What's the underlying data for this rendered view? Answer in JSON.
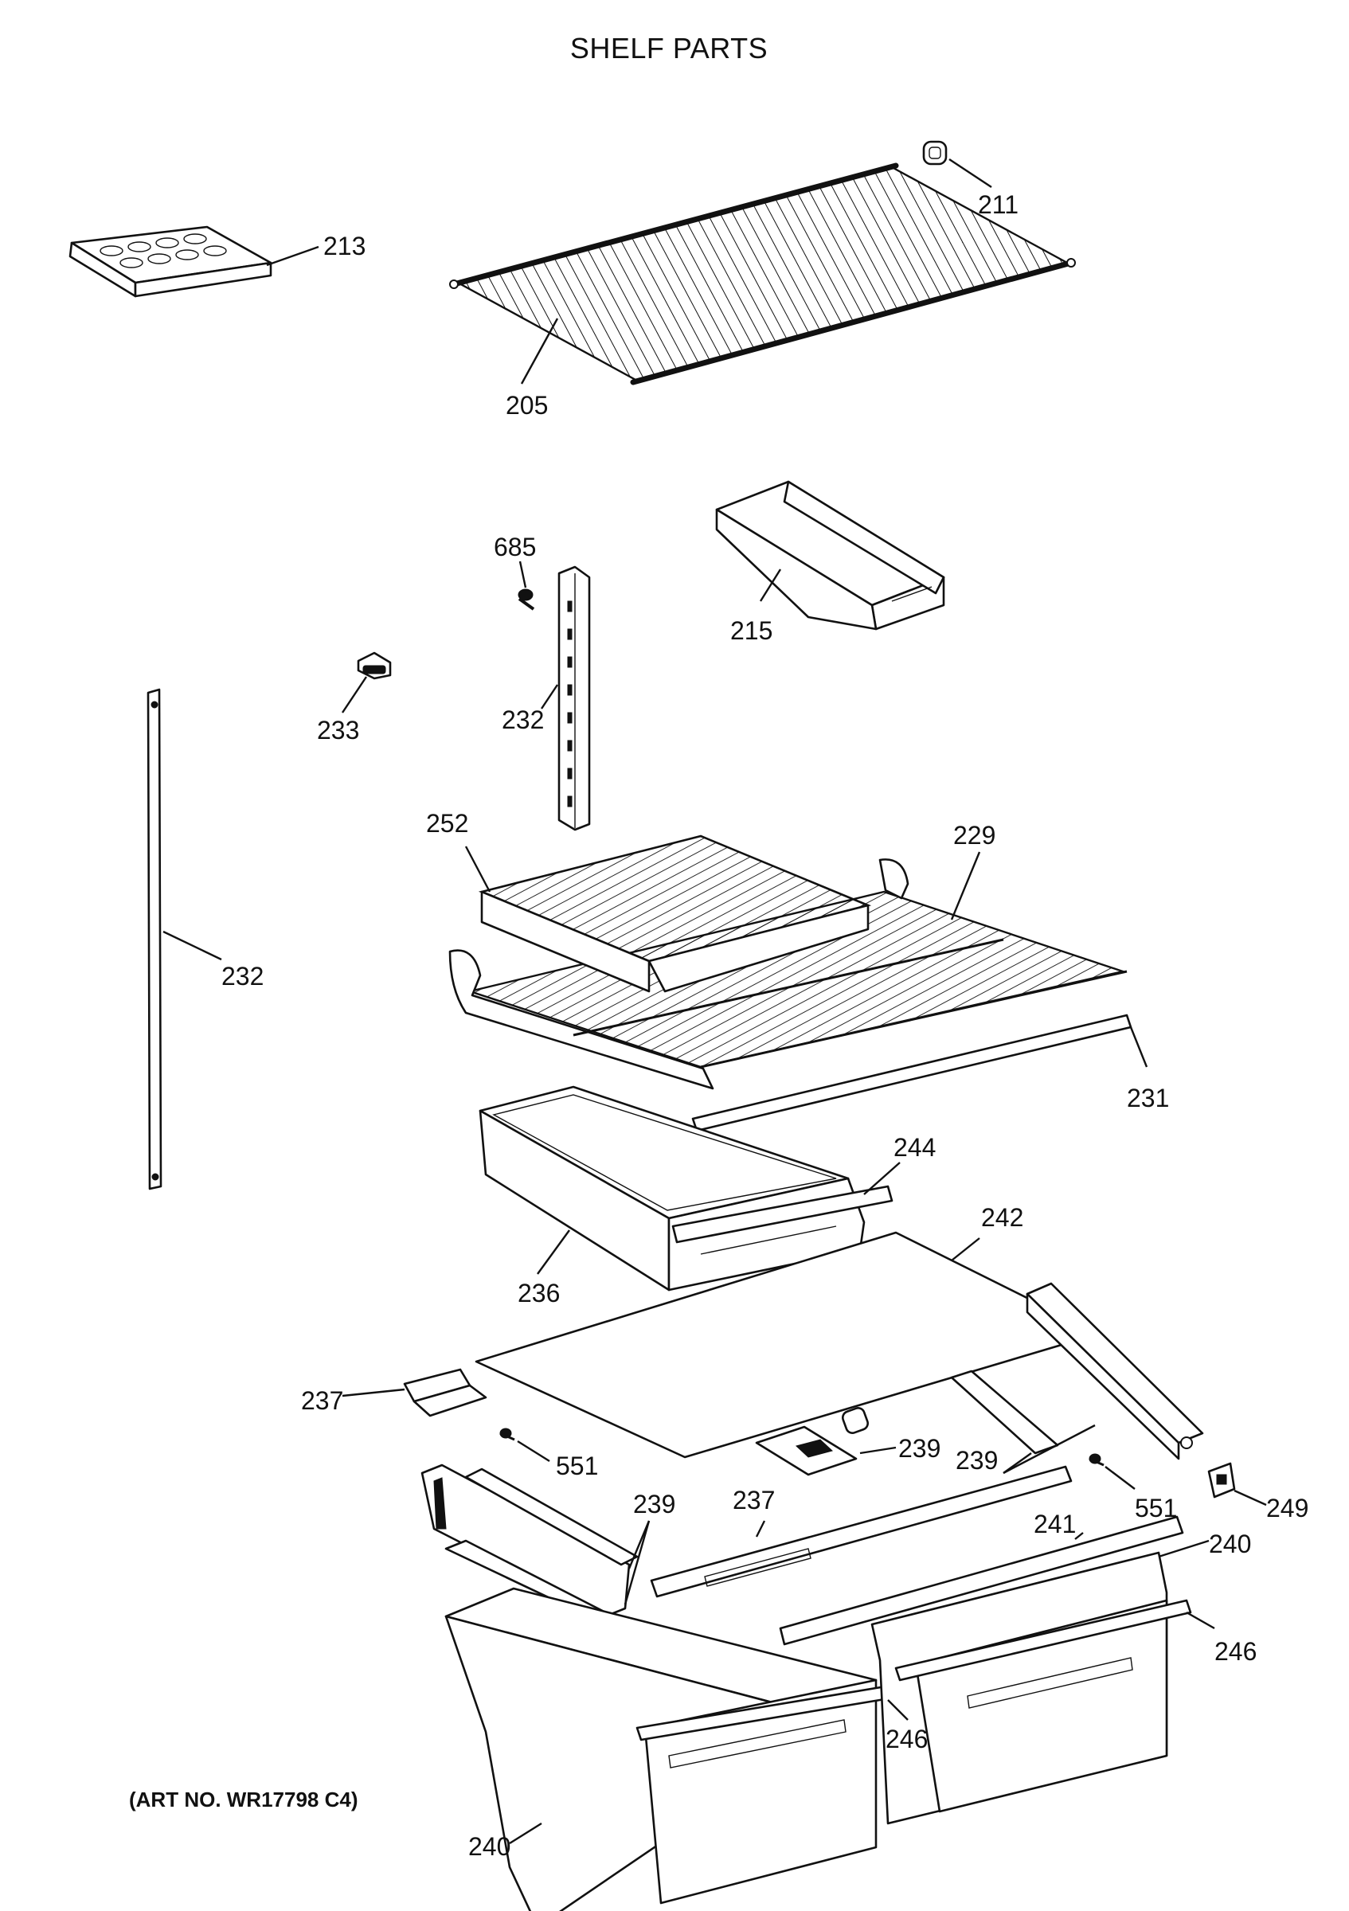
{
  "title": "SHELF PARTS",
  "art_number": "(ART NO. WR17798 C4)",
  "callouts": {
    "c205": "205",
    "c211": "211",
    "c213": "213",
    "c215": "215",
    "c685": "685",
    "c233": "233",
    "c232a": "232",
    "c232b": "232",
    "c252": "252",
    "c229": "229",
    "c231": "231",
    "c244": "244",
    "c242": "242",
    "c236": "236",
    "c237a": "237",
    "c237b": "237",
    "c551a": "551",
    "c551b": "551",
    "c239a": "239",
    "c239b": "239",
    "c239c": "239",
    "c249": "249",
    "c241": "241",
    "c240a": "240",
    "c240b": "240",
    "c246a": "246",
    "c246b": "246"
  }
}
